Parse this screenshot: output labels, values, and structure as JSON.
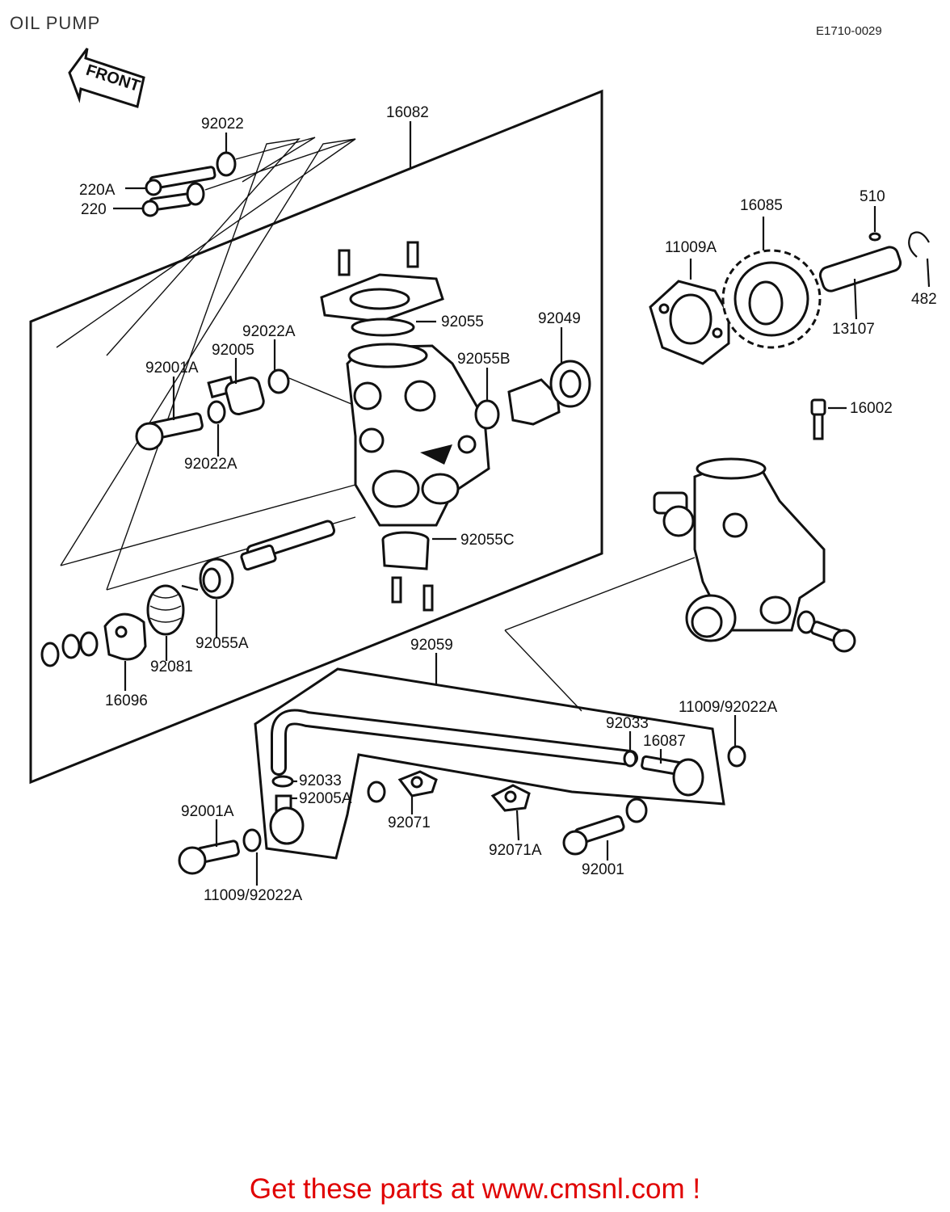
{
  "header": {
    "title": "OIL PUMP",
    "code": "E1710-0029"
  },
  "front_arrow_label": "FRONT",
  "parts": {
    "p92022": "92022",
    "p16082": "16082",
    "p220A": "220A",
    "p220": "220",
    "p16085": "16085",
    "p510": "510",
    "p11009A": "11009A",
    "p482": "482",
    "p13107": "13107",
    "p92055": "92055",
    "p92049": "92049",
    "p92022A_top": "92022A",
    "p92005": "92005",
    "p92001A_top": "92001A",
    "p92055B": "92055B",
    "p92022A_mid": "92022A",
    "p16002": "16002",
    "p92055C": "92055C",
    "p92055A": "92055A",
    "p92081": "92081",
    "p16096": "16096",
    "p92059": "92059",
    "p11009_92022A_right": "11009/92022A",
    "p92033_right": "92033",
    "p16087": "16087",
    "p92033_left": "92033",
    "p92005A": "92005A",
    "p92001A_bottom": "92001A",
    "p92071": "92071",
    "p92071A": "92071A",
    "p92001": "92001",
    "p11009_92022A_bottom": "11009/92022A"
  },
  "footer": {
    "promo": "Get these parts at www.cmsnl.com !"
  }
}
